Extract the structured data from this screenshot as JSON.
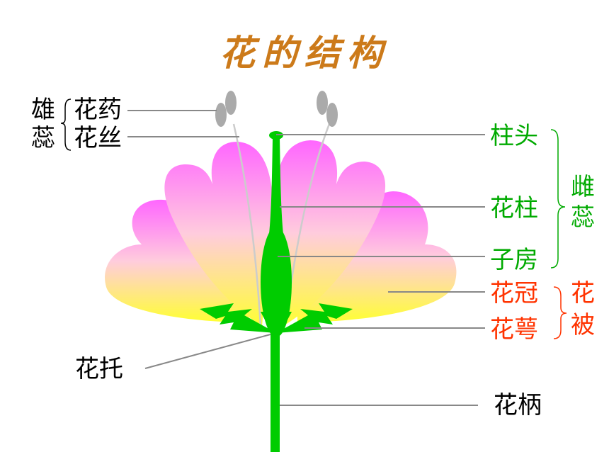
{
  "title": "花的结构",
  "colors": {
    "title": "#cc7a1a",
    "stamen_group": "#000000",
    "pistil_group": "#00aa00",
    "perianth_group": "#ff3300",
    "plain": "#000000",
    "stem": "#00cc00",
    "anther": "#aaaaaa",
    "leader": "#888888",
    "petal_top": "#ff66ff",
    "petal_mid": "#ffccdd",
    "petal_bottom": "#ffff33"
  },
  "stamen": {
    "group": [
      "雄",
      "蕊"
    ],
    "parts": [
      "花药",
      "花丝"
    ]
  },
  "pistil": {
    "group": [
      "雌",
      "蕊"
    ],
    "parts": [
      "柱头",
      "花柱",
      "子房"
    ]
  },
  "perianth": {
    "group": [
      "花",
      "被"
    ],
    "parts": [
      "花冠",
      "花萼"
    ]
  },
  "others": {
    "receptacle": "花托",
    "pedicel": "花柄"
  }
}
